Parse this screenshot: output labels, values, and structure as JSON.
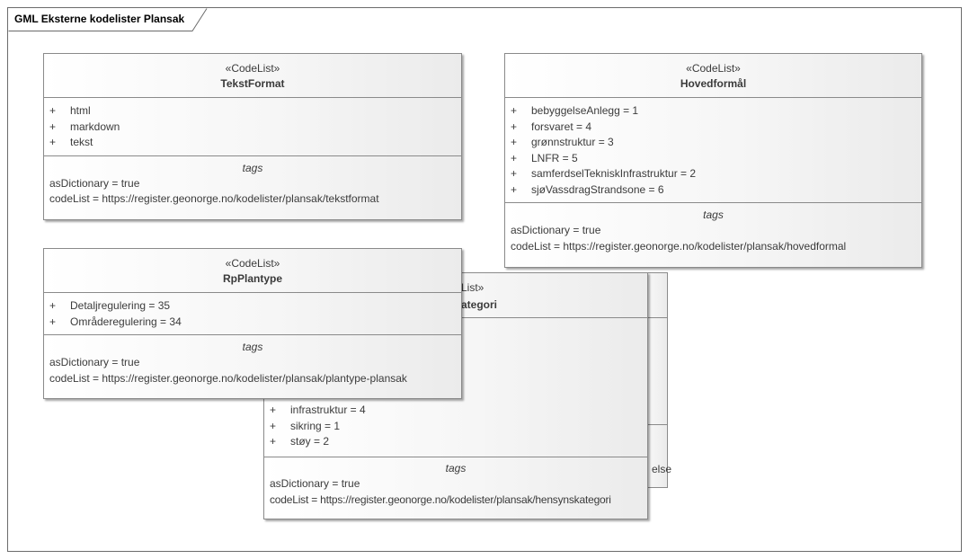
{
  "frame": {
    "title": "GML Eksterne kodelister Plansak"
  },
  "classes": {
    "tekstformat": {
      "stereotype": "«CodeList»",
      "name": "TekstFormat",
      "attributes": [
        {
          "vis": "+",
          "text": "html"
        },
        {
          "vis": "+",
          "text": "markdown"
        },
        {
          "vis": "+",
          "text": "tekst"
        }
      ],
      "tags_title": "tags",
      "tags": [
        "asDictionary = true",
        "codeList = https://register.geonorge.no/kodelister/plansak/tekstformat"
      ]
    },
    "hovedformal": {
      "stereotype": "«CodeList»",
      "name": "Hovedformål",
      "attributes": [
        {
          "vis": "+",
          "text": "bebyggelseAnlegg = 1"
        },
        {
          "vis": "+",
          "text": "forsvaret = 4"
        },
        {
          "vis": "+",
          "text": "grønnstruktur = 3"
        },
        {
          "vis": "+",
          "text": "LNFR = 5"
        },
        {
          "vis": "+",
          "text": "samferdselTekniskInfrastruktur = 2"
        },
        {
          "vis": "+",
          "text": "sjøVassdragStrandsone = 6"
        }
      ],
      "tags_title": "tags",
      "tags": [
        "asDictionary = true",
        "codeList = https://register.geonorge.no/kodelister/plansak/hovedformal"
      ]
    },
    "rpplantype": {
      "stereotype": "«CodeList»",
      "name": "RpPlantype",
      "attributes": [
        {
          "vis": "+",
          "text": "Detaljregulering = 35"
        },
        {
          "vis": "+",
          "text": "Områderegulering = 34"
        }
      ],
      "tags_title": "tags",
      "tags": [
        "asDictionary = true",
        "codeList = https://register.geonorge.no/kodelister/plansak/plantype-plansak"
      ]
    },
    "hensynskategori": {
      "stereotype_partial": "List»",
      "name_partial": "ategori",
      "attributes": [
        {
          "vis": "+",
          "text": "infrastruktur = 4"
        },
        {
          "vis": "+",
          "text": "sikring = 1"
        },
        {
          "vis": "+",
          "text": "støy = 2"
        }
      ],
      "tags_title": "tags",
      "tags": [
        "asDictionary = true",
        "codeList = https://register.geonorge.no/kodelister/plansak/hensynskategori"
      ]
    },
    "hidden_back": {
      "tag_fragment": "else"
    }
  }
}
